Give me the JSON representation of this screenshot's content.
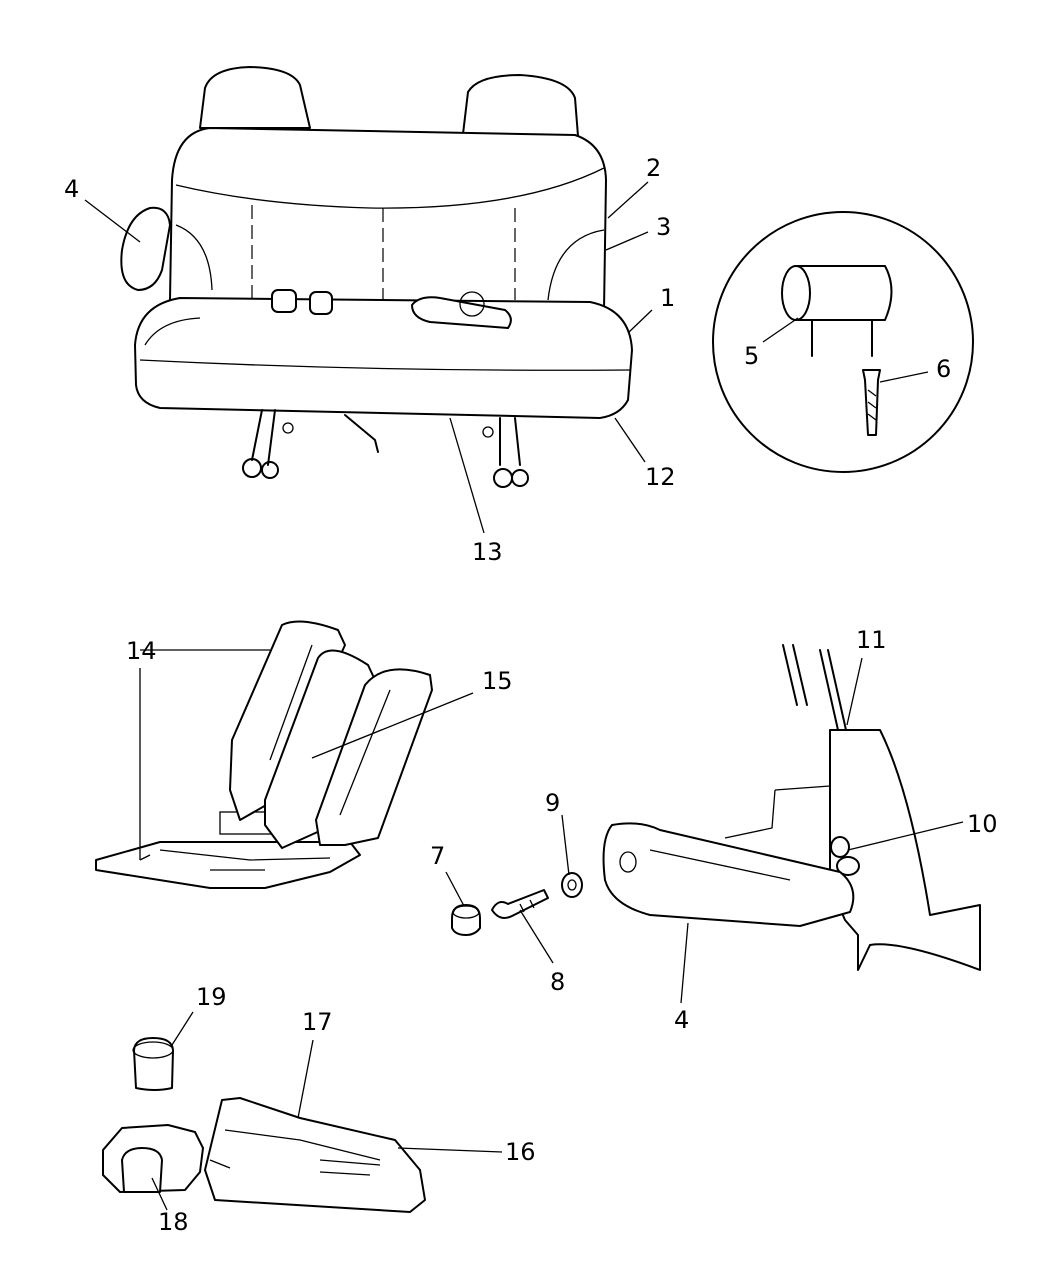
{
  "callouts": {
    "c1": "1",
    "c2": "2",
    "c3": "3",
    "c4a": "4",
    "c4b": "4",
    "c5": "5",
    "c6": "6",
    "c7": "7",
    "c8": "8",
    "c9": "9",
    "c10": "10",
    "c11": "11",
    "c12": "12",
    "c13": "13",
    "c14": "14",
    "c15": "15",
    "c16": "16",
    "c17": "17",
    "c18": "18",
    "c19": "19"
  }
}
